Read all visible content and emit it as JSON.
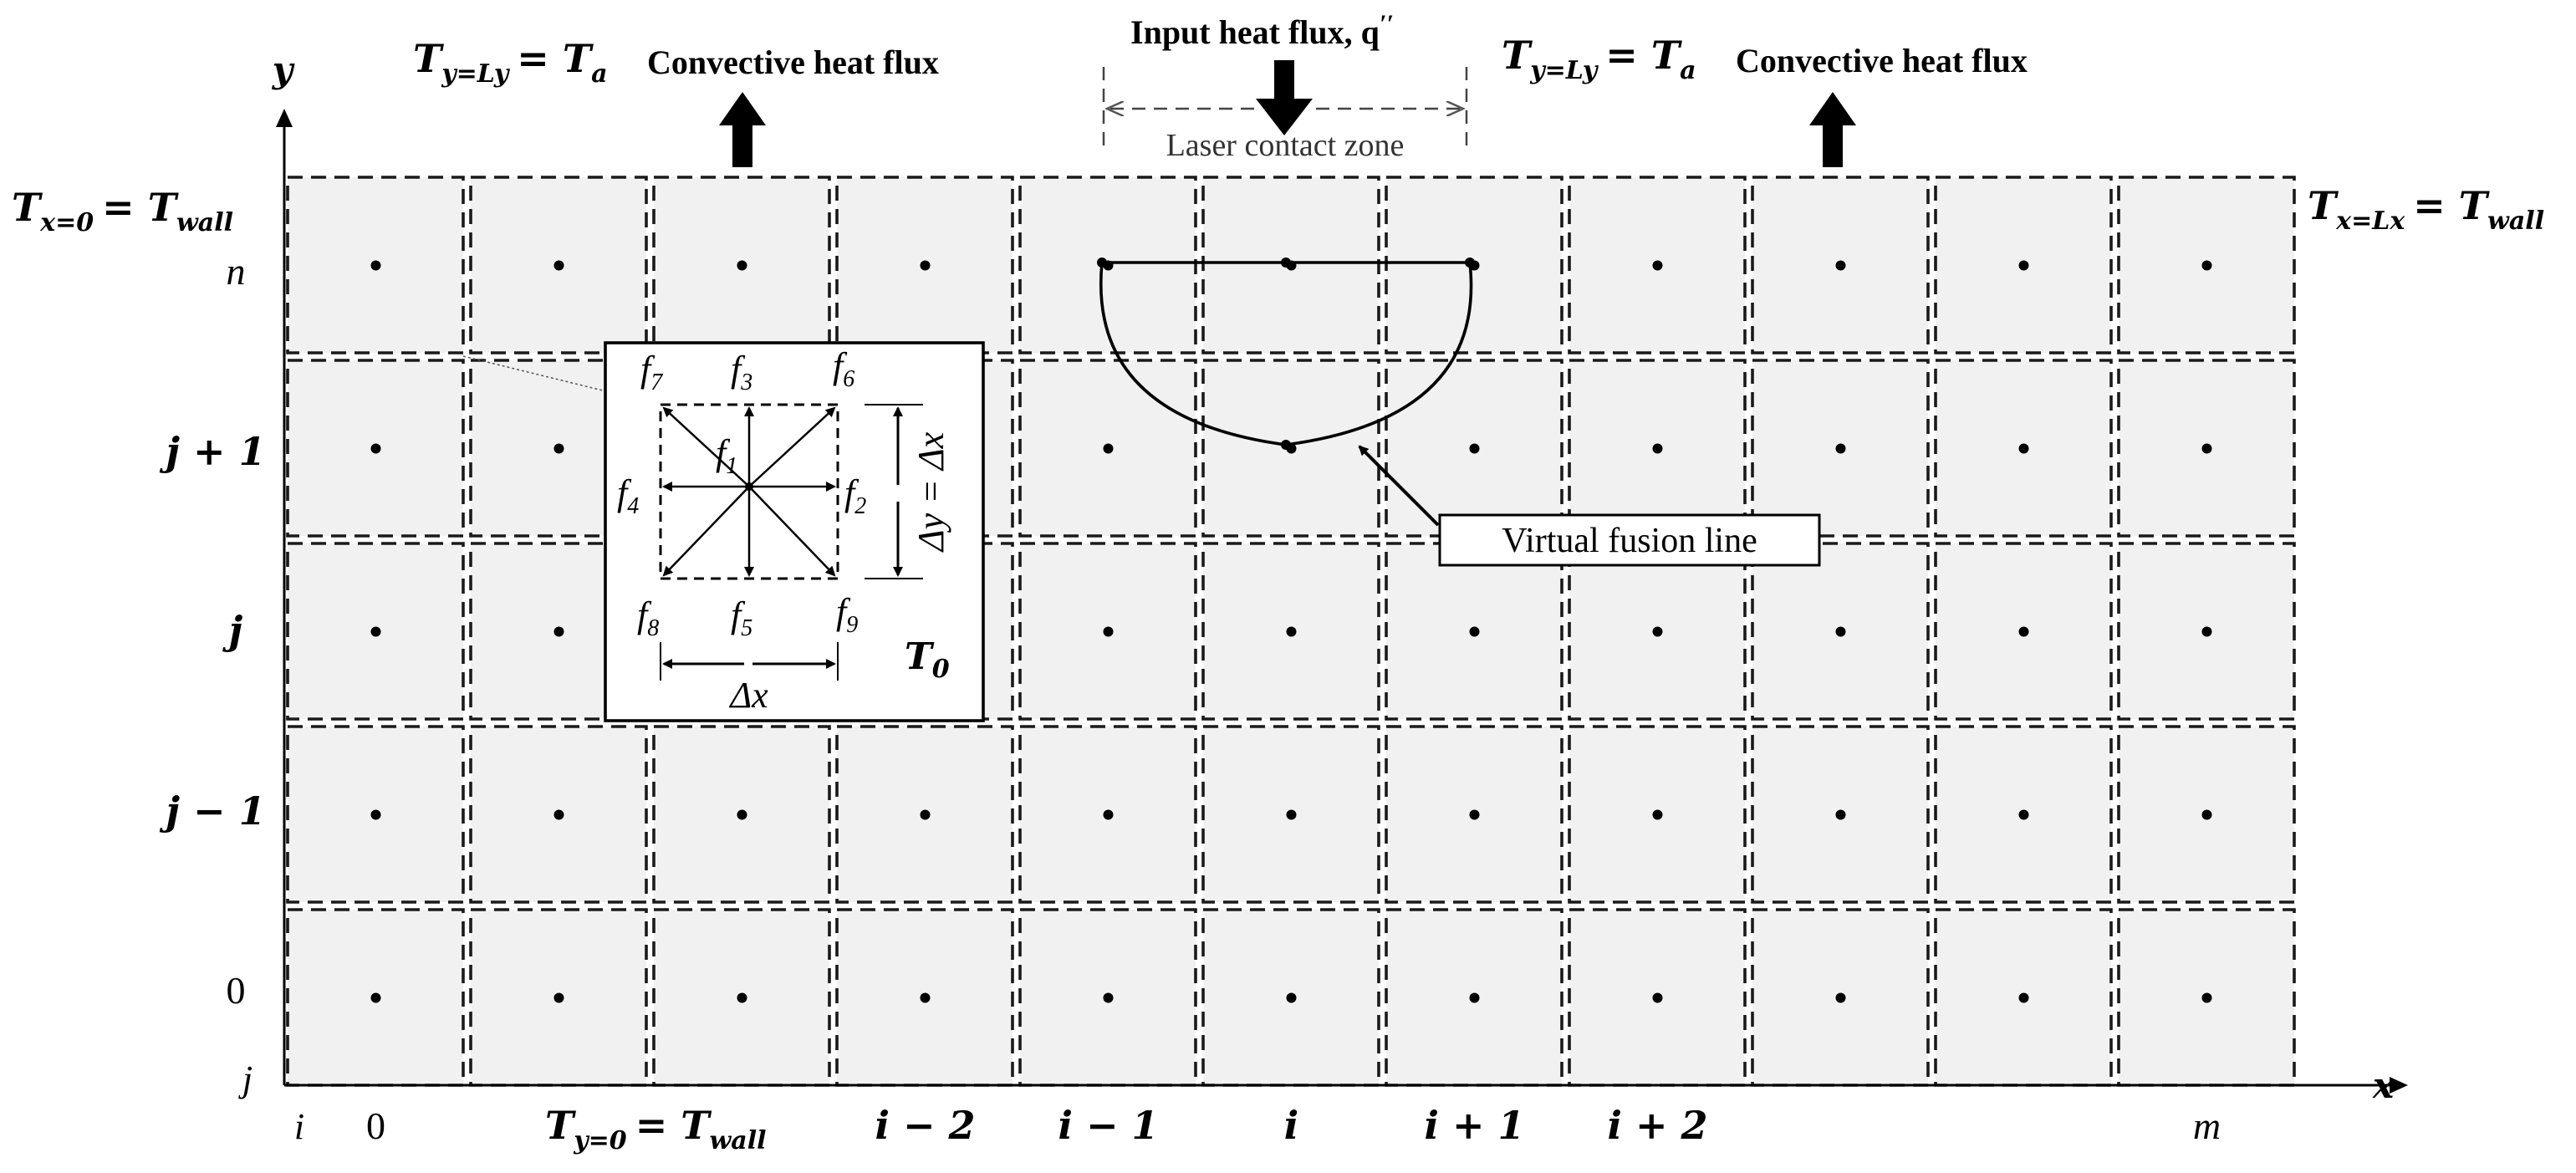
{
  "grid": {
    "columns": 11,
    "rows": 5
  },
  "axes": {
    "x_label": "x",
    "y_label": "y",
    "j_label": "j",
    "i_label": "i"
  },
  "row_labels": [
    "n",
    "j + 1",
    "j",
    "j − 1",
    "0"
  ],
  "column_labels": [
    {
      "text": "0",
      "column": 1,
      "bold": false,
      "italic": false
    },
    {
      "text": "i − 2",
      "column": 4,
      "bold": true,
      "italic": true
    },
    {
      "text": "i − 1",
      "column": 5,
      "bold": true,
      "italic": true
    },
    {
      "text": "i",
      "column": 6,
      "bold": true,
      "italic": true
    },
    {
      "text": "i + 1",
      "column": 7,
      "bold": true,
      "italic": true
    },
    {
      "text": "i + 2",
      "column": 8,
      "bold": true,
      "italic": true
    },
    {
      "text": "m",
      "column": 11,
      "bold": false,
      "italic": true
    }
  ],
  "boundary_conditions": {
    "top_left": {
      "T": "T",
      "sub": "y=Ly",
      "rhs": "= T",
      "rhs_sub": "a",
      "flux": "Convective heat flux"
    },
    "top_right": {
      "T": "T",
      "sub": "y=Ly",
      "rhs": "= T",
      "rhs_sub": "a",
      "flux": "Convective heat flux"
    },
    "left": {
      "T": "T",
      "sub": "x=0",
      "rhs": "= T",
      "rhs_sub": "wall"
    },
    "right": {
      "T": "T",
      "sub": "x=Lx",
      "rhs": "= T",
      "rhs_sub": "wall"
    },
    "bottom": {
      "T": "T",
      "sub": "y=0",
      "rhs": "= T",
      "rhs_sub": "wall"
    }
  },
  "laser": {
    "input_flux": "Input heat flux, q",
    "input_flux_prime": "′′",
    "contact_zone": "Laser contact zone"
  },
  "fusion_line_label": "Virtual fusion line",
  "inset": {
    "f_labels": [
      {
        "base": "f",
        "sub": "7"
      },
      {
        "base": "f",
        "sub": "3"
      },
      {
        "base": "f",
        "sub": "6"
      },
      {
        "base": "f",
        "sub": "1"
      },
      {
        "base": "f",
        "sub": "4"
      },
      {
        "base": "f",
        "sub": "2"
      },
      {
        "base": "f",
        "sub": "8"
      },
      {
        "base": "f",
        "sub": "5"
      },
      {
        "base": "f",
        "sub": "9"
      }
    ],
    "dy_label": "Δy = Δx",
    "dx_label": "Δx",
    "t0_base": "T",
    "t0_sub": "0"
  }
}
